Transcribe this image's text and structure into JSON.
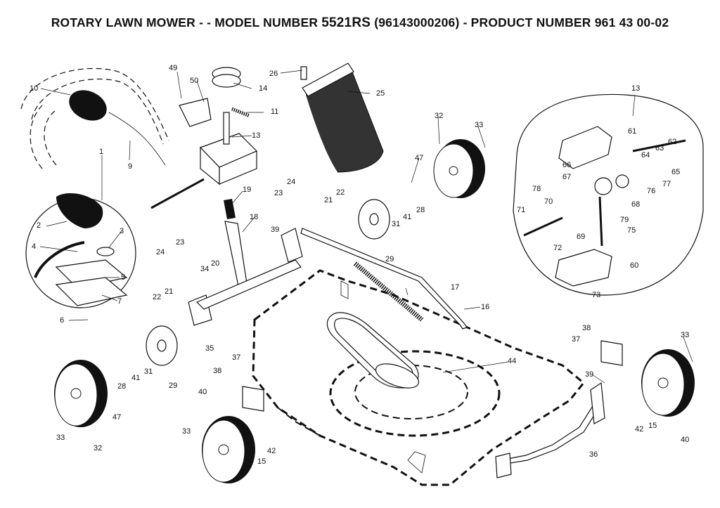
{
  "header": {
    "prefix": "ROTARY LAWN MOWER - - MODEL NUMBER",
    "model": "5521RS",
    "suffix": "(96143000206) - PRODUCT NUMBER 961 43 00-02"
  },
  "labels": {
    "p1": "1",
    "p2": "2",
    "p3": "3",
    "p4": "4",
    "p5": "5",
    "p6": "6",
    "p7": "7",
    "p9": "9",
    "p10": "10",
    "p11": "11",
    "p13a": "13",
    "p13b": "13",
    "p14": "14",
    "p15a": "15",
    "p15b": "15",
    "p16": "16",
    "p17": "17",
    "p18": "18",
    "p19": "19",
    "p20": "20",
    "p21a": "21",
    "p21b": "21",
    "p22a": "22",
    "p22b": "22",
    "p23a": "23",
    "p23b": "23",
    "p24a": "24",
    "p24b": "24",
    "p25": "25",
    "p26": "26",
    "p28a": "28",
    "p28b": "28",
    "p29a": "29",
    "p29b": "29",
    "p31a": "31",
    "p31b": "31",
    "p32a": "32",
    "p32b": "32",
    "p33a": "33",
    "p33b": "33",
    "p33c": "33",
    "p34": "34",
    "p35": "35",
    "p36": "36",
    "p37a": "37",
    "p37b": "37",
    "p38a": "38",
    "p38b": "38",
    "p39a": "39",
    "p39b": "39",
    "p40a": "40",
    "p40b": "40",
    "p41a": "41",
    "p41b": "41",
    "p42a": "42",
    "p42b": "42",
    "p44": "44",
    "p47a": "47",
    "p47b": "47",
    "p49": "49",
    "p50": "50",
    "p60": "60",
    "p61": "61",
    "p62": "62",
    "p63": "63",
    "p64": "64",
    "p65": "65",
    "p66": "66",
    "p67": "67",
    "p68": "68",
    "p69": "69",
    "p70": "70",
    "p71": "71",
    "p72": "72",
    "p73": "73",
    "p75": "75",
    "p76": "76",
    "p77": "77",
    "p78": "78",
    "p79": "79"
  }
}
